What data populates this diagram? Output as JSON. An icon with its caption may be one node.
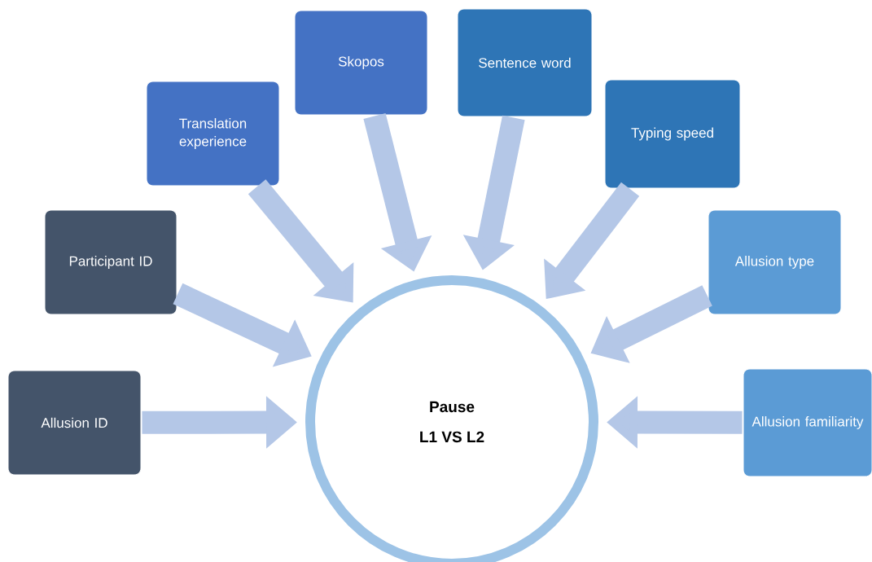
{
  "diagram": {
    "nodes": [
      {
        "text": [
          "Pause",
          "L1 VS L2"
        ]
      },
      {
        "text": [
          "Allusion ID"
        ]
      },
      {
        "text": [
          "Participant ID"
        ]
      },
      {
        "text": [
          "Translation experience"
        ]
      },
      {
        "text": [
          "Skopos"
        ]
      },
      {
        "text": [
          "Sentence word"
        ]
      },
      {
        "text": [
          "Typing speed"
        ]
      },
      {
        "text": [
          "Allusion type"
        ]
      },
      {
        "text": [
          "Allusion familiarity"
        ]
      }
    ],
    "edges": [
      {
        "from": 1,
        "to": 0,
        "arrow": "to"
      },
      {
        "from": 2,
        "to": 0,
        "arrow": "to"
      },
      {
        "from": 3,
        "to": 0,
        "arrow": "to"
      },
      {
        "from": 4,
        "to": 0,
        "arrow": "to"
      },
      {
        "from": 5,
        "to": 0,
        "arrow": "to"
      },
      {
        "from": 6,
        "to": 0,
        "arrow": "to"
      },
      {
        "from": 7,
        "to": 0,
        "arrow": "to"
      },
      {
        "from": 8,
        "to": 0,
        "arrow": "to"
      }
    ]
  }
}
